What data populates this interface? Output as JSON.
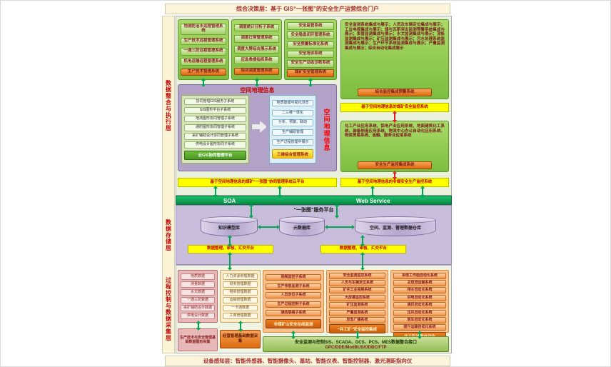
{
  "banners": {
    "top": "综合决策层：基于 GIS“一张图”的安全生产运营综合门户",
    "bottom": "设备感知层：智能传感器、智能摄像头、基站、智能仪表、智能控制器、激光测距指向仪"
  },
  "layers": {
    "integration": "数据整合与执行层",
    "storage": "数据存储层",
    "process": "过程控制与数据采集层"
  },
  "top_row": {
    "remote": {
      "items": [
        "地测防治水远程管理系统",
        "生产技术远程管理系统",
        "一通三防远程管理系统",
        "机电运输远程管理系统"
      ],
      "button": "生产技术管理系统"
    },
    "dispatch": {
      "items": [
        "调度统计分析子系统",
        "调度日常管理系统",
        "调度大屏综合展示系统",
        "应急救援指挥系统"
      ],
      "button": "综合调度管理系统"
    },
    "safety": {
      "items": [
        "安全监管系统",
        "安全隐患闭环管理系统",
        "安全质量标准化系统",
        "安全培训系统",
        "安全生产动态诊断系统"
      ],
      "button": "煤矿安全管理系统"
    },
    "monitor": {
      "text": "安全监测系统集成与展示；人员及车辆定位集成与展示；工业电视集成与展示；煤与瓦斯突出监测预警系统集成与展示；束管监测集成与展示；水文监测集成与展示；顶板监测集成与展示；矿压监测集成与展示；污水处理系统监测集成与展示；生产环节系统监测集成与展示；产量监测集成与展示；综合自动化集成展示",
      "button": "综合监控集成预警系统",
      "bar": "基于空间地理信息的煤矿安全监控系统"
    }
  },
  "gis": {
    "title": "空间地理信息",
    "left": {
      "items": [
        "协同管理GIS服务子系统",
        "GIS图形平台子系统",
        "地测图形协同管理子系统",
        "通防图形协同管理子系统",
        "采矿辅助设计协同管理子系统",
        "供电设计图形协同子系统"
      ],
      "button": "云GIS协同管理平台"
    },
    "middle": {
      "items": [
        "地质建模可视化浏览",
        "二三维一体化",
        "分析、预警、联动",
        "生产辅助管理",
        "生产过程管理中展示"
      ],
      "button": "三维综合管理系统"
    },
    "side_label": "空间地理信息",
    "bar": "基于空间地理信息的煤矿“一张图”协同管理系统云平台"
  },
  "noncoal": {
    "text": "化工产业应用系统、铝电产业应用系统、地面建筑化工系统、装备制造应用系统、物流中心办公自动化应用系统、物资贸易系统、金融、服务业应用系统",
    "button": "安全生产监控集成系统",
    "bar": "基于空间地理信息的非煤安全生产监控系统"
  },
  "soa": {
    "left": "SOA",
    "right": "Web Service",
    "platform": "“一张图”服务平台"
  },
  "storage_layer": {
    "cylinders": [
      "知识模型库",
      "元数据库",
      "空间、监测、管理数据仓库"
    ],
    "bars": [
      "数据整理、审核、汇交平台",
      "数据整理、审核、汇交平台"
    ]
  },
  "process_layer": {
    "geo": {
      "items": [
        "地质数据",
        "测量数据",
        "水文数据",
        "一通三防数据",
        "采矿辅助设计数据",
        "供电设计数据"
      ],
      "footer": "生产技术与安全管理基础数据图形采集"
    },
    "biz": {
      "items": [
        "人力资源管理数据",
        "财务管理数据",
        "物资管理数据",
        "运销管理数据",
        "一卡通数据",
        "工商管理数据"
      ],
      "footer": "经营管理基础数据采集"
    },
    "noncoal_mon": {
      "items": [
        "视频监控子系统",
        "生产传感监测子系统",
        "人员定位子系统",
        "生产过程控制子系统",
        "通信联络子系统"
      ],
      "button": "非煤矿山安全在线监测"
    },
    "mine_mon": {
      "items": [
        "安全监测监控系统",
        "人员与车辆定位系统",
        "矿井工业视频系统",
        "大屏幕监控系统",
        "矿压监测系统",
        "产量监测系统",
        "应急广播系统"
      ],
      "button": "“井工矿”安全监控集成"
    },
    "automation": {
      "items": [
        "采煤工作面自动化系统",
        "主煤流运输系统",
        "排水自动化系统",
        "供电自动化系统",
        "通风自动化系统",
        "压风自动化系统",
        "装车自动化系统",
        "提升运输自动化系统"
      ],
      "button": "井工矿过程自动化"
    },
    "interface_bar": {
      "line1": "安全监测与控制SIS、SCADA、DCS、PCS、MES数据整合接口",
      "line2": "OPC/DDE/ModBUS/ODBC/FTP"
    }
  },
  "colors": {
    "green_box": "#8CC63F",
    "orange_button": "#E26B0A",
    "yellow_bar": "#FFFF00",
    "purple_panel": "#B3A2C7",
    "soa_green": "#0A8A44",
    "pink_box": "#E6B9B8",
    "cream_box": "#FBEED0",
    "tan_box": "#FAC090"
  }
}
